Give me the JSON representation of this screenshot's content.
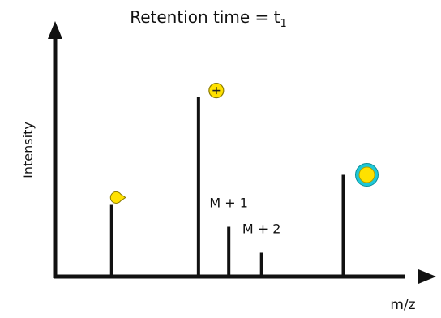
{
  "chart_data": {
    "type": "bar",
    "title_main": "Retention time = t",
    "title_sub": "1",
    "xlabel": "m/z",
    "ylabel": "Intensity",
    "grid": false,
    "legend": "none",
    "xlim": [
      0,
      100
    ],
    "ylim": [
      0,
      100
    ],
    "peaks": [
      {
        "x": 15.5,
        "y": 36.0,
        "annotation": "",
        "icon": "pacman-fragment-icon"
      },
      {
        "x": 39.3,
        "y": 90.0,
        "annotation": "",
        "icon": "positive-ion-icon"
      },
      {
        "x": 47.6,
        "y": 25.0,
        "annotation": "M + 1",
        "icon": ""
      },
      {
        "x": 56.6,
        "y": 12.0,
        "annotation": "M + 2",
        "icon": ""
      },
      {
        "x": 79.0,
        "y": 51.0,
        "annotation": "",
        "icon": "neutral-molecule-icon"
      }
    ],
    "colors": {
      "bar": "#111111",
      "axis": "#111111",
      "icon_fill": "#ffe100",
      "icon_stroke": "#8a7a00",
      "ring": "#1ec8d8"
    }
  }
}
